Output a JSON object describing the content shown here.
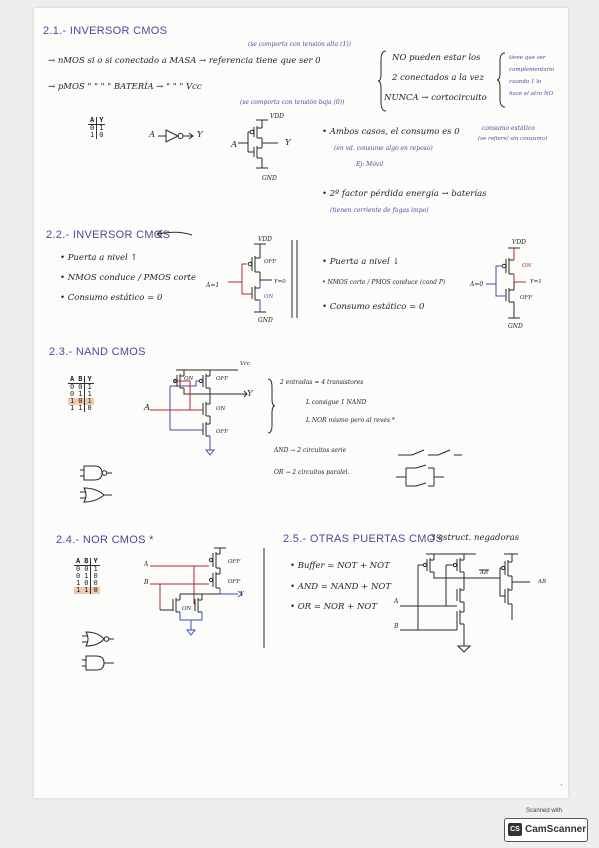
{
  "s21": {
    "title": "2.1.- INVERSOR CMOS",
    "note_top": "(se comporta con tensión alta (1))",
    "nmos_line": "→ nMOS si o si conectado a MASA → referencia tiene que ser 0",
    "pmos_line": "→ pMOS \" \" \" \" BATERÍA → \" \" \" Vcc",
    "note_bottom": "(se comporta con tensión baja (0))",
    "brace1": [
      "NO pueden estar los",
      "2 conectados a la vez",
      "NUNCA → cortocircuito"
    ],
    "brace2": [
      "tiene que ser",
      "complementario",
      "cuando 1 lo",
      "hace el otro NO"
    ],
    "tt_head": [
      "A",
      "Y"
    ],
    "tt_rows": [
      [
        "0",
        "1"
      ],
      [
        "1",
        "0"
      ]
    ],
    "gate_a": "A",
    "gate_y": "Y",
    "vdd": "VDD",
    "gnd": "GND",
    "ca": "A",
    "cy": "Y",
    "b1": "• Ambos casos, el consumo es 0",
    "b1_side": "consumo estático",
    "b1_side2": "(se refiere/ sin consumo)",
    "b1b": "(en vd. consume algo en reposo)",
    "b1c": "Ej: Móvil",
    "b2": "• 2º factor pérdida energía → baterías",
    "b2b": "(tienen corriente de fugas impo)"
  },
  "s22": {
    "title": "2.2.- INVERSOR CMOS",
    "left": [
      "• Puerta a nivel ↑",
      "• NMOS conduce / PMOS corte",
      "• Consumo estático = 0"
    ],
    "vdd": "VDD",
    "gnd": "GND",
    "a1": "A=1",
    "off": "OFF",
    "on": "ON",
    "y0": "Y=0",
    "right": [
      "• Puerta a nivel ↓",
      "• NMOS corte / PMOS conduce (cond P)",
      "• Consumo estático = 0"
    ],
    "vdd2": "VDD",
    "gnd2": "GND",
    "a0": "A=0",
    "on2": "ON",
    "off2": "OFF",
    "y1": "Y=1"
  },
  "s23": {
    "title": "2.3.- NAND CMOS",
    "tt_head": [
      "A",
      "B",
      "Y"
    ],
    "tt_rows": [
      [
        "0",
        "0",
        "1"
      ],
      [
        "0",
        "1",
        "1"
      ],
      [
        "1",
        "0",
        "1"
      ],
      [
        "1",
        "1",
        "0"
      ]
    ],
    "vcc": "Vcc",
    "on": "ON",
    "off": "OFF",
    "y": "Y",
    "a": "A",
    "on2": "ON",
    "off2": "OFF",
    "notes": [
      "2 entradas = 4 transistores",
      "L consigue 1 NAND",
      "L NOR mismo pero al revés *"
    ],
    "and_line": "AND → 2 circuitos serie",
    "or_line": "OR → 2 circuitos paralel."
  },
  "s24": {
    "title": "2.4.- NOR CMOS *",
    "tt_head": [
      "A",
      "B",
      "Y"
    ],
    "tt_rows": [
      [
        "0",
        "0",
        "1"
      ],
      [
        "0",
        "1",
        "0"
      ],
      [
        "1",
        "0",
        "0"
      ],
      [
        "1",
        "1",
        "0"
      ]
    ],
    "a": "A",
    "b": "B",
    "off": "OFF",
    "off2": "OFF",
    "on": "ON",
    "y": "Y"
  },
  "s25": {
    "title": "2.5.- OTRAS PUERTAS CMOS",
    "subtitle": "3 estruct. negadoras",
    "items": [
      "• Buffer = NOT + NOT",
      "• AND = NAND + NOT",
      "• OR = NOR + NOT"
    ],
    "ab_bar": "AB",
    "ab": "AB",
    "a": "A",
    "b": "B"
  },
  "scanner": {
    "top": "Scanned with",
    "logo": "CS",
    "name": "CamScanner"
  }
}
